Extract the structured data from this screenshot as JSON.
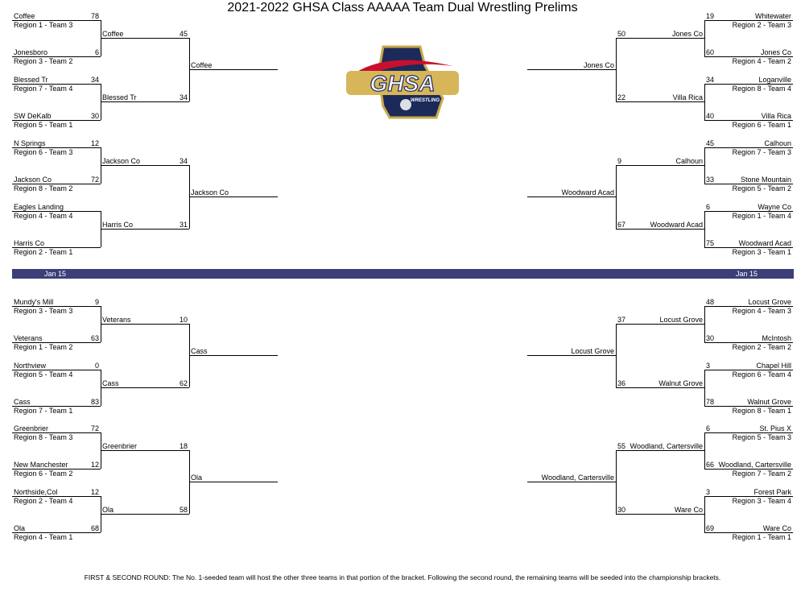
{
  "title": "2021-2022 GHSA Class AAAAA Team Dual Wrestling Prelims",
  "logo": {
    "text": "GHSA",
    "sub": "WRESTLING"
  },
  "band": {
    "left": "Jan 15",
    "right": "Jan 15",
    "color": "#3b3f78"
  },
  "footer": "FIRST & SECOND ROUND: The No. 1-seeded team will host the other three teams in that portion of the bracket.  Following the second round, the remaining teams will be seeded into the championship brackets.",
  "quadrants": [
    {
      "side": "left",
      "entries": [
        {
          "name": "Coffee",
          "seed": "Region 1 - Team 3",
          "score": "78"
        },
        {
          "name": "Jonesboro",
          "seed": "Region 3 - Team 2",
          "score": "6"
        },
        {
          "name": "Blessed Tr",
          "seed": "Region 7 - Team 4",
          "score": "34"
        },
        {
          "name": "SW DeKalb",
          "seed": "Region 5 - Team 1",
          "score": "30"
        }
      ],
      "round2": [
        {
          "name": "Coffee",
          "score": "45"
        },
        {
          "name": "Blessed Tr",
          "score": "34"
        }
      ],
      "winner": "Coffee"
    },
    {
      "side": "left",
      "entries": [
        {
          "name": "N Springs",
          "seed": "Region 6 - Team 3",
          "score": "12"
        },
        {
          "name": "Jackson Co",
          "seed": "Region 8 - Team 2",
          "score": "72"
        },
        {
          "name": "Eagles Landing",
          "seed": "Region 4 - Team 4",
          "score": ""
        },
        {
          "name": "Harris Co",
          "seed": "Region 2 - Team 1",
          "score": ""
        }
      ],
      "round2": [
        {
          "name": "Jackson Co",
          "score": "34"
        },
        {
          "name": "Harris Co",
          "score": "31"
        }
      ],
      "winner": "Jackson Co"
    },
    {
      "side": "left",
      "entries": [
        {
          "name": "Mundy's Mill",
          "seed": "Region 3 - Team 3",
          "score": "9"
        },
        {
          "name": "Veterans",
          "seed": "Region 1 - Team 2",
          "score": "63"
        },
        {
          "name": "Northview",
          "seed": "Region 5 - Team 4",
          "score": "0"
        },
        {
          "name": "Cass",
          "seed": "Region 7 - Team 1",
          "score": "83"
        }
      ],
      "round2": [
        {
          "name": "Veterans",
          "score": "10"
        },
        {
          "name": "Cass",
          "score": "62"
        }
      ],
      "winner": "Cass"
    },
    {
      "side": "left",
      "entries": [
        {
          "name": "Greenbrier",
          "seed": "Region 8 - Team 3",
          "score": "72"
        },
        {
          "name": "New Manchester",
          "seed": "Region 6 - Team 2",
          "score": "12"
        },
        {
          "name": "Northside,Col",
          "seed": "Region 2 - Team 4",
          "score": "12"
        },
        {
          "name": "Ola",
          "seed": "Region 4 - Team 1",
          "score": "68"
        }
      ],
      "round2": [
        {
          "name": "Greenbrier",
          "score": "18"
        },
        {
          "name": "Ola",
          "score": "58"
        }
      ],
      "winner": "Ola"
    },
    {
      "side": "right",
      "entries": [
        {
          "name": "Whitewater",
          "seed": "Region 2 - Team 3",
          "score": "19"
        },
        {
          "name": "Jones Co",
          "seed": "Region 4 - Team 2",
          "score": "60"
        },
        {
          "name": "Loganville",
          "seed": "Region  8 - Team 4",
          "score": "34"
        },
        {
          "name": "Villa Rica",
          "seed": "Region 6 - Team 1",
          "score": "40"
        }
      ],
      "round2": [
        {
          "name": "Jones Co",
          "score": "50"
        },
        {
          "name": "Villa Rica",
          "score": "22"
        }
      ],
      "winner": "Jones Co"
    },
    {
      "side": "right",
      "entries": [
        {
          "name": "Calhoun",
          "seed": "Region 7 - Team 3",
          "score": "45"
        },
        {
          "name": "Stone Mountain",
          "seed": "Region 5 - Team 2",
          "score": "33"
        },
        {
          "name": "Wayne Co",
          "seed": "Region 1 - Team 4",
          "score": "6"
        },
        {
          "name": "Woodward Acad",
          "seed": "Region 3 - Team 1",
          "score": "75"
        }
      ],
      "round2": [
        {
          "name": "Calhoun",
          "score": "9"
        },
        {
          "name": "Woodward Acad",
          "score": "67"
        }
      ],
      "winner": "Woodward Acad"
    },
    {
      "side": "right",
      "entries": [
        {
          "name": "Locust Grove",
          "seed": "Region 4 - Team 3",
          "score": "48"
        },
        {
          "name": "McIntosh",
          "seed": "Region 2 - Team 2",
          "score": "30"
        },
        {
          "name": "Chapel Hill",
          "seed": "Region 6 - Team 4",
          "score": "3"
        },
        {
          "name": "Walnut Grove",
          "seed": "Region 8 - Team 1",
          "score": "78"
        }
      ],
      "round2": [
        {
          "name": "Locust Grove",
          "score": "37"
        },
        {
          "name": "Walnut Grove",
          "score": "36"
        }
      ],
      "winner": "Locust Grove"
    },
    {
      "side": "right",
      "entries": [
        {
          "name": "St. Pius X",
          "seed": "Region 5 - Team 3",
          "score": "6"
        },
        {
          "name": "Woodland, Cartersville",
          "seed": "Region 7 - Team 2",
          "score": "66"
        },
        {
          "name": "Forest Park",
          "seed": "Region 3 - Team 4",
          "score": "3"
        },
        {
          "name": "Ware Co",
          "seed": "Region 1 - Team 1",
          "score": "69"
        }
      ],
      "round2": [
        {
          "name": "Woodland, Cartersville",
          "score": "55"
        },
        {
          "name": "Ware Co",
          "score": "30"
        }
      ],
      "winner": "Woodland, Cartersville"
    }
  ]
}
